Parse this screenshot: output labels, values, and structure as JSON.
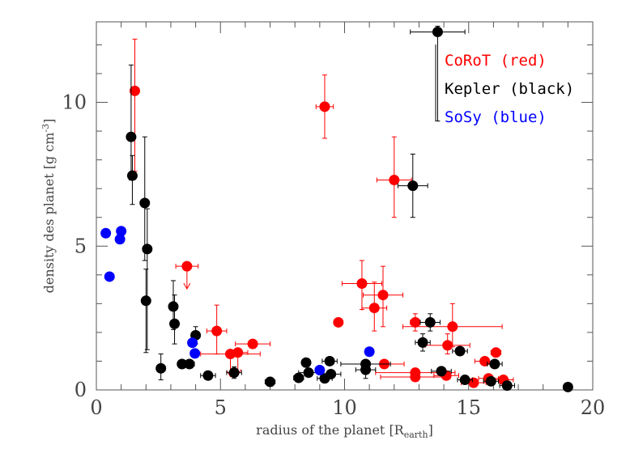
{
  "chart_data": {
    "type": "scatter",
    "xlabel_main": "radius of the planet [R",
    "xlabel_sub": "earth",
    "xlabel_end": "]",
    "ylabel_main": "density des planet  [g cm",
    "ylabel_sup": "-3",
    "ylabel_end": "]",
    "xlim": [
      0,
      20
    ],
    "ylim": [
      0,
      12.8
    ],
    "xticks": [
      0,
      5,
      10,
      15,
      20
    ],
    "yticks": [
      0,
      5,
      10
    ],
    "legend": {
      "placement": "top-right",
      "entries": [
        {
          "label": "CoRoT (red)",
          "color": "#ff0000"
        },
        {
          "label": "Kepler (black)",
          "color": "#000000"
        },
        {
          "label": "SoSy (blue)",
          "color": "#0000ff"
        }
      ]
    },
    "series": [
      {
        "color": "#ff0000",
        "points": [
          {
            "x": 1.55,
            "y": 10.4,
            "ey_lo": 2.8,
            "ey_hi": 1.8
          },
          {
            "x": 3.65,
            "y": 4.3,
            "ex": 0.45,
            "upper_limit": true
          },
          {
            "x": 4.85,
            "y": 2.05,
            "ex": 0.4,
            "ey_lo": 0.8,
            "ey_hi": 0.9
          },
          {
            "x": 5.4,
            "y": 1.25,
            "ex": 1.2,
            "upper_limit": true
          },
          {
            "x": 5.7,
            "y": 1.3,
            "ex": 0.4,
            "upper_limit": true
          },
          {
            "x": 6.3,
            "y": 1.6,
            "ex": 0.7
          },
          {
            "x": 9.2,
            "y": 9.85,
            "ex": 0.35,
            "ey_lo": 1.1,
            "ey_hi": 1.1
          },
          {
            "x": 9.75,
            "y": 2.35,
            "ex": 0.1
          },
          {
            "x": 10.7,
            "y": 3.7,
            "ex": 0.8,
            "ey_lo": 0.9,
            "ey_hi": 0.8
          },
          {
            "x": 11.2,
            "y": 2.85,
            "ex": 0.5,
            "ey_lo": 0.8,
            "ey_hi": 0.9
          },
          {
            "x": 11.55,
            "y": 3.3,
            "ex": 0.8,
            "ey_lo": 1.1,
            "ey_hi": 1.0
          },
          {
            "x": 11.6,
            "y": 0.9,
            "ex": 0.8
          },
          {
            "x": 12.0,
            "y": 7.3,
            "ex": 0.7,
            "ey_lo": 1.3,
            "ey_hi": 1.5
          },
          {
            "x": 12.85,
            "y": 2.35,
            "ex": 0.2,
            "ey_lo": 0.3,
            "ey_hi": 0.3
          },
          {
            "x": 12.85,
            "y": 0.6,
            "ex": 1.6
          },
          {
            "x": 12.85,
            "y": 0.45,
            "ex": 1.4
          },
          {
            "x": 14.15,
            "y": 1.55,
            "ex": 0.9,
            "ey_lo": 0.3,
            "ey_hi": 0.4
          },
          {
            "x": 14.35,
            "y": 2.2,
            "ex": 2.0,
            "ey_lo": 0.7,
            "ey_hi": 0.8
          },
          {
            "x": 14.1,
            "y": 0.5,
            "ex": 0.5
          },
          {
            "x": 15.2,
            "y": 0.25,
            "ex": 0.5
          },
          {
            "x": 15.65,
            "y": 1.0,
            "ex": 0.4
          },
          {
            "x": 15.8,
            "y": 0.4,
            "ex": 0.4
          },
          {
            "x": 16.1,
            "y": 1.3,
            "ex": 0.2
          },
          {
            "x": 16.4,
            "y": 0.35,
            "ex": 0.4
          }
        ]
      },
      {
        "color": "#000000",
        "points": [
          {
            "x": 1.4,
            "y": 8.8,
            "ey_lo": 1.5,
            "ey_hi": 2.5
          },
          {
            "x": 1.45,
            "y": 7.45,
            "ey_lo": 1.0,
            "ey_hi": 0.7
          },
          {
            "x": 1.95,
            "y": 6.5,
            "ey_lo": 2.0,
            "ey_hi": 2.3
          },
          {
            "x": 2.05,
            "y": 4.9,
            "ey_lo": 3.5,
            "ey_hi": 1.4
          },
          {
            "x": 2.0,
            "y": 3.1,
            "ey_lo": 1.8,
            "ey_hi": 1.1
          },
          {
            "x": 2.6,
            "y": 0.75,
            "ey_lo": 0.4,
            "ey_hi": 0.5
          },
          {
            "x": 3.1,
            "y": 2.9,
            "ey_lo": 0.8,
            "ey_hi": 0.9
          },
          {
            "x": 3.15,
            "y": 2.3,
            "ey_lo": 0.7,
            "ey_hi": 1.0
          },
          {
            "x": 3.45,
            "y": 0.9
          },
          {
            "x": 3.75,
            "y": 0.9,
            "ex": 0.2
          },
          {
            "x": 4.0,
            "y": 1.9,
            "ey_lo": 0.3,
            "ey_hi": 0.3
          },
          {
            "x": 4.5,
            "y": 0.5,
            "ex": 0.3
          },
          {
            "x": 5.55,
            "y": 0.6,
            "ex": 0.3,
            "ey_lo": 0.2,
            "ey_hi": 0.2
          },
          {
            "x": 7.0,
            "y": 0.28,
            "ex": 0.2
          },
          {
            "x": 8.15,
            "y": 0.42,
            "ex": 0.2
          },
          {
            "x": 8.45,
            "y": 0.95
          },
          {
            "x": 8.55,
            "y": 0.6,
            "ex": 0.4
          },
          {
            "x": 9.2,
            "y": 0.4,
            "ex": 0.3
          },
          {
            "x": 9.4,
            "y": 1.0,
            "ex": 0.3
          },
          {
            "x": 9.45,
            "y": 0.55,
            "ex": 0.4
          },
          {
            "x": 10.85,
            "y": 0.9,
            "ex": 1.0
          },
          {
            "x": 10.85,
            "y": 0.7,
            "ex": 0.4,
            "ey_lo": 0.3,
            "ey_hi": 0.3
          },
          {
            "x": 12.75,
            "y": 7.1,
            "ex": 0.6,
            "ey_lo": 1.1,
            "ey_hi": 1.1
          },
          {
            "x": 13.15,
            "y": 1.65,
            "ex": 0.3,
            "ey_lo": 0.3,
            "ey_hi": 0.3
          },
          {
            "x": 13.45,
            "y": 2.35,
            "ex": 0.4,
            "ey_lo": 0.3,
            "ey_hi": 0.3
          },
          {
            "x": 13.75,
            "y": 12.45,
            "ex": 1.1,
            "ey_lo": 3.1,
            "ey_hi": 0.2
          },
          {
            "x": 13.9,
            "y": 0.65,
            "ex": 0.4
          },
          {
            "x": 14.65,
            "y": 1.35,
            "ex": 0.3
          },
          {
            "x": 14.85,
            "y": 0.35,
            "ex": 0.3
          },
          {
            "x": 15.9,
            "y": 0.3,
            "ex": 0.3
          },
          {
            "x": 16.05,
            "y": 0.9,
            "ex": 0.3
          },
          {
            "x": 16.55,
            "y": 0.15,
            "ex": 0.3
          },
          {
            "x": 19.0,
            "y": 0.1
          }
        ]
      },
      {
        "color": "#0000ff",
        "points": [
          {
            "x": 0.38,
            "y": 5.45
          },
          {
            "x": 0.53,
            "y": 3.94
          },
          {
            "x": 0.95,
            "y": 5.24
          },
          {
            "x": 1.0,
            "y": 5.52
          },
          {
            "x": 3.87,
            "y": 1.64
          },
          {
            "x": 3.97,
            "y": 1.27
          },
          {
            "x": 9.0,
            "y": 0.69
          },
          {
            "x": 11.0,
            "y": 1.33
          }
        ]
      }
    ]
  }
}
